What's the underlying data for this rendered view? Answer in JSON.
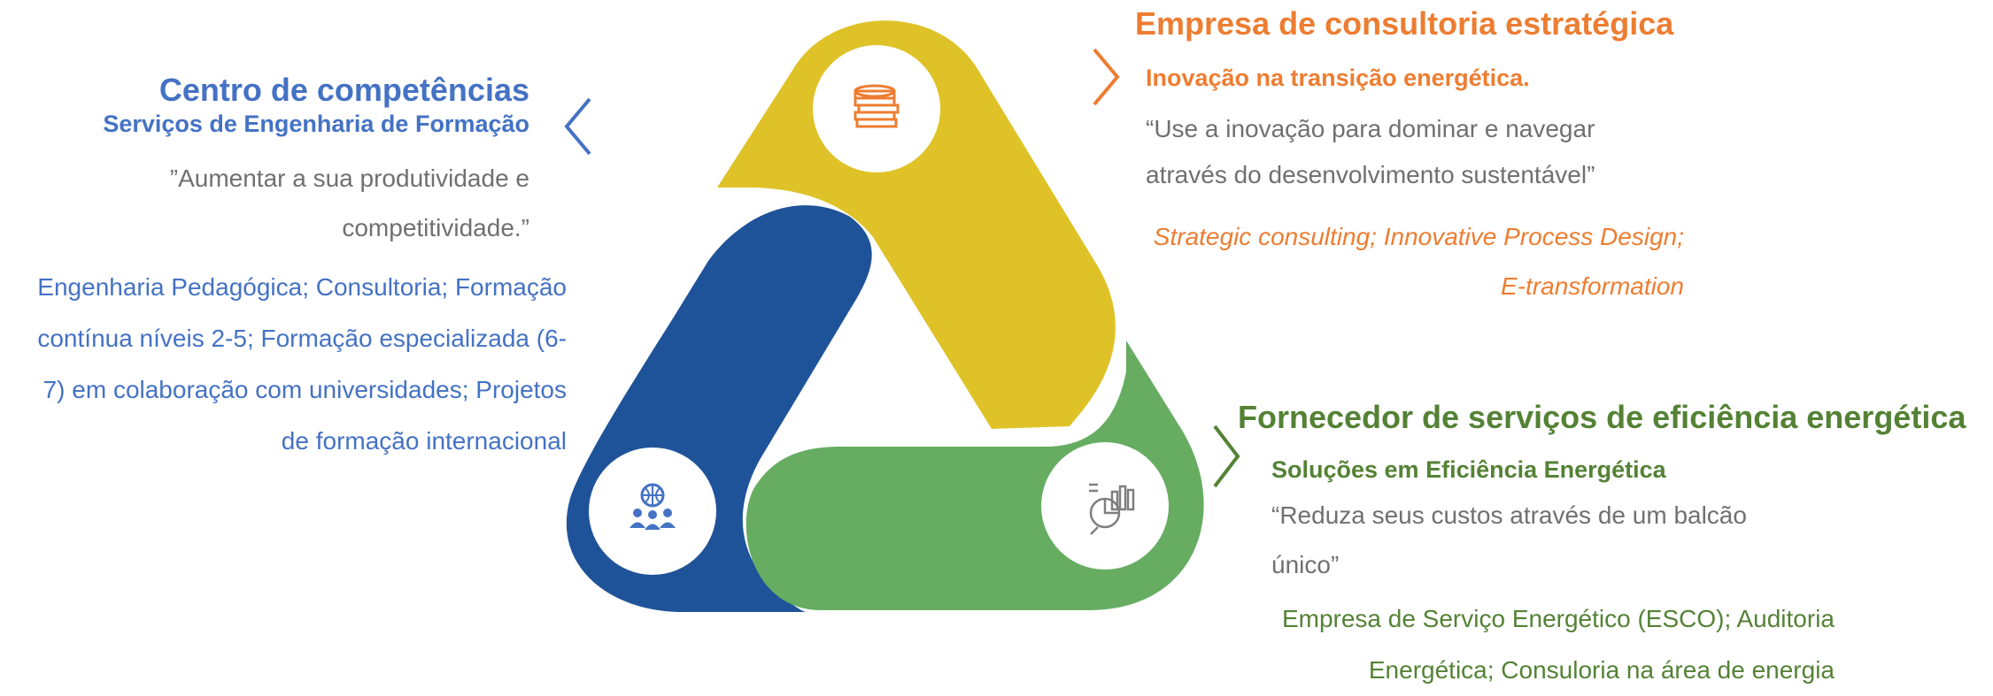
{
  "colors": {
    "blue": "#4472c4",
    "dark_blue": "#1f5399",
    "orange": "#ed7d31",
    "green": "#548235",
    "green_fill": "#66ad62",
    "yellow": "#dfc228",
    "grey_text": "#707070"
  },
  "icons": {
    "top": "coins-stack-icon",
    "left": "people-globe-icon",
    "right": "chart-analytics-icon"
  },
  "left": {
    "title": "Centro de competências",
    "subtitle": "Serviços de Engenharia de Formação",
    "quote_line1": "”Aumentar a sua produtividade e",
    "quote_line2": "competitividade.”",
    "services_line1": "Engenharia Pedagógica; Consultoria; Formação",
    "services_line2": "contínua níveis 2-5; Formação especializada (6-",
    "services_line3": "7) em colaboração com universidades; Projetos",
    "services_line4": "de formação internacional"
  },
  "top_right": {
    "title": "Empresa de consultoria estratégica",
    "subtitle": "Inovação na transição energética.",
    "quote_line1": "“Use a inovação para dominar e navegar",
    "quote_line2": "através do desenvolvimento sustentável”",
    "services_line1": "Strategic consulting; Innovative Process Design;",
    "services_line2": "E-transformation"
  },
  "bottom_right": {
    "title": "Fornecedor de serviços de eficiência energética",
    "subtitle": "Soluções em Eficiência Energética",
    "quote_line1": "“Reduza seus custos através de um balcão",
    "quote_line2": "único”",
    "services_line1": "Empresa de Serviço Energético (ESCO); Auditoria",
    "services_line2": "Energética; Consuloria na área de energia"
  }
}
